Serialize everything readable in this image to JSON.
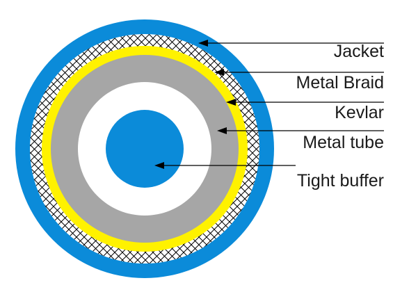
{
  "layers": [
    {
      "label": "Jacket",
      "color": "#0b8bd9"
    },
    {
      "label": "Metal Braid",
      "color": "#000000"
    },
    {
      "label": "Kevlar",
      "color": "#fff200"
    },
    {
      "label": "Metal tube",
      "color": "#a6a6a6"
    },
    {
      "label": "Tight buffer",
      "color": "#0b8bd9"
    }
  ],
  "colors": {
    "background": "#ffffff",
    "jacket": "#0b8bd9",
    "braid_fill": "#ffffff",
    "braid_hatch": "#000000",
    "kevlar": "#fff200",
    "metal_tube": "#a6a6a6",
    "tube_gap": "#ffffff",
    "tight_buffer": "#0b8bd9",
    "leader": "#000000"
  }
}
